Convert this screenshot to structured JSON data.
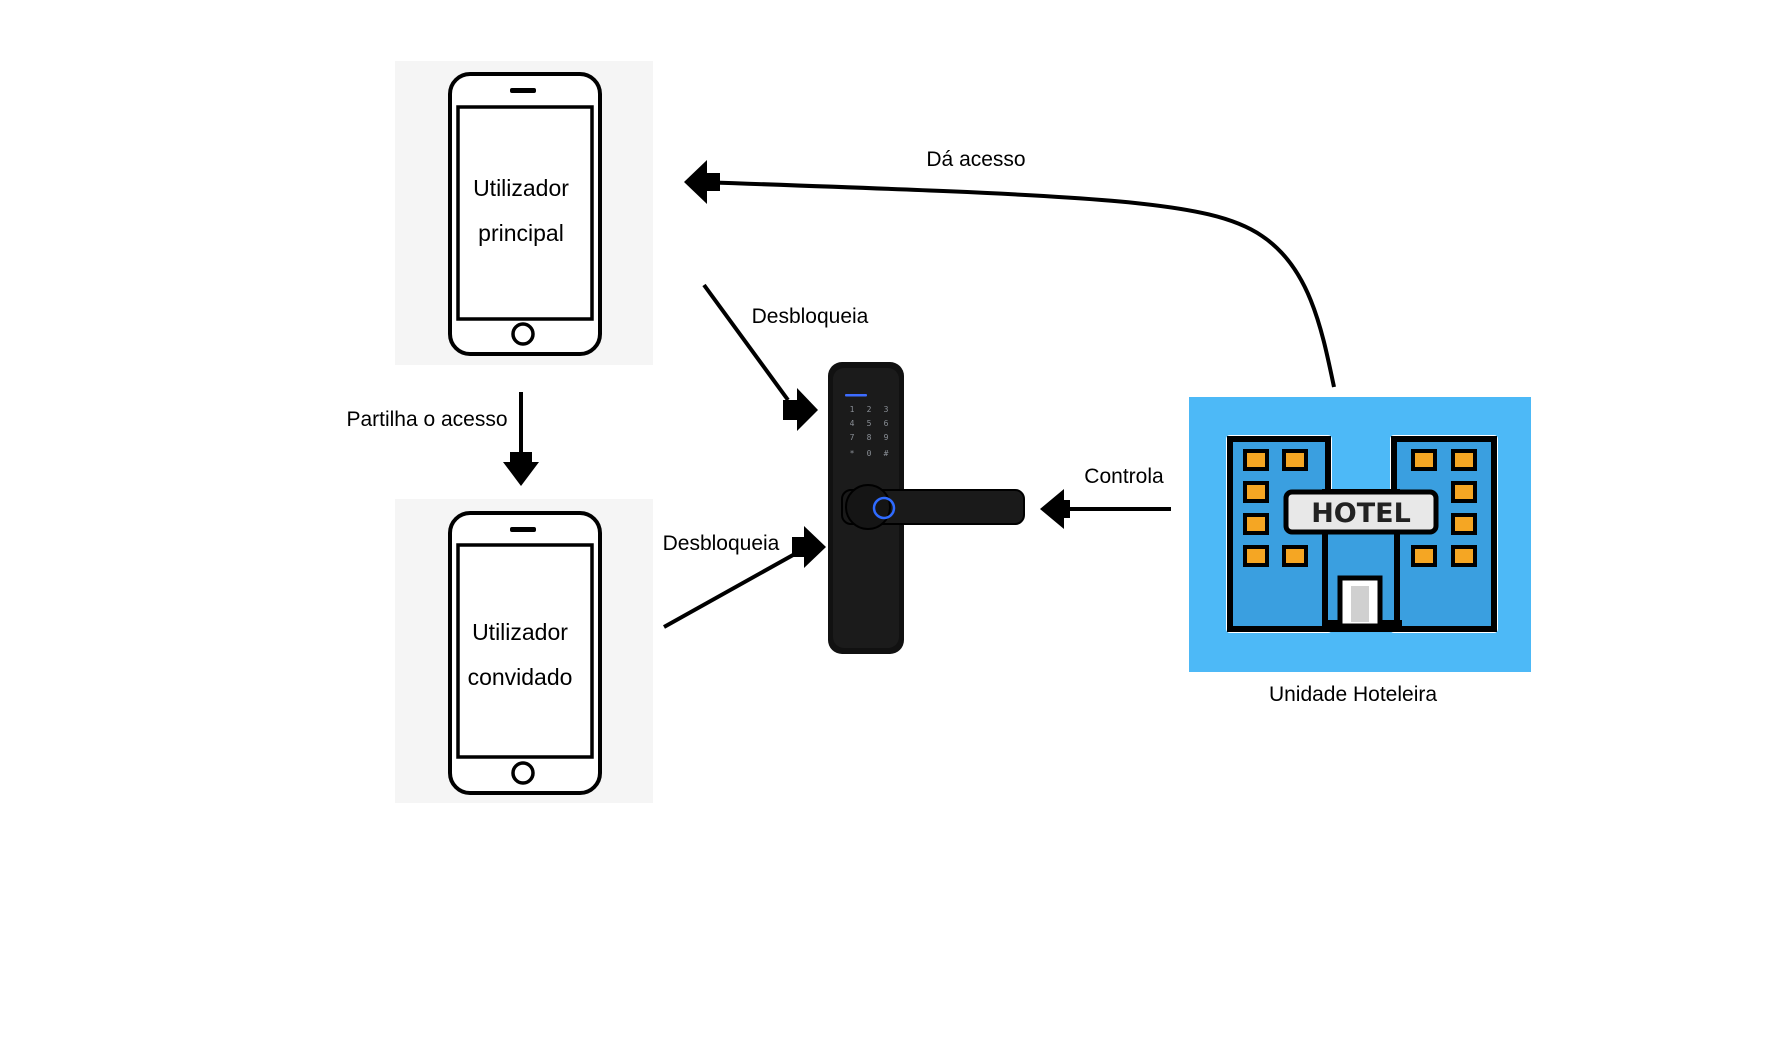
{
  "phones": {
    "main": {
      "line1": "Utilizador",
      "line2": "principal",
      "icon": "smartphone-icon"
    },
    "guest": {
      "line1": "Utilizador",
      "line2": "convidado",
      "icon": "smartphone-icon"
    }
  },
  "lock": {
    "icon": "smart-door-lock-icon",
    "keypad": [
      "1",
      "2",
      "3",
      "4",
      "5",
      "6",
      "7",
      "8",
      "9",
      "*",
      "0",
      "#"
    ]
  },
  "hotel": {
    "sign": "HOTEL",
    "caption": "Unidade Hoteleira",
    "icon": "hotel-building-icon",
    "colors": {
      "background": "#4db9f7",
      "building": "#3a9fe0",
      "window": "#f5a623"
    }
  },
  "arrows": {
    "gives_access": "Dá acesso",
    "unlock_main": "Desbloqueia",
    "unlock_guest": "Desbloqueia",
    "shares_access": "Partilha o acesso",
    "controls": "Controla"
  }
}
